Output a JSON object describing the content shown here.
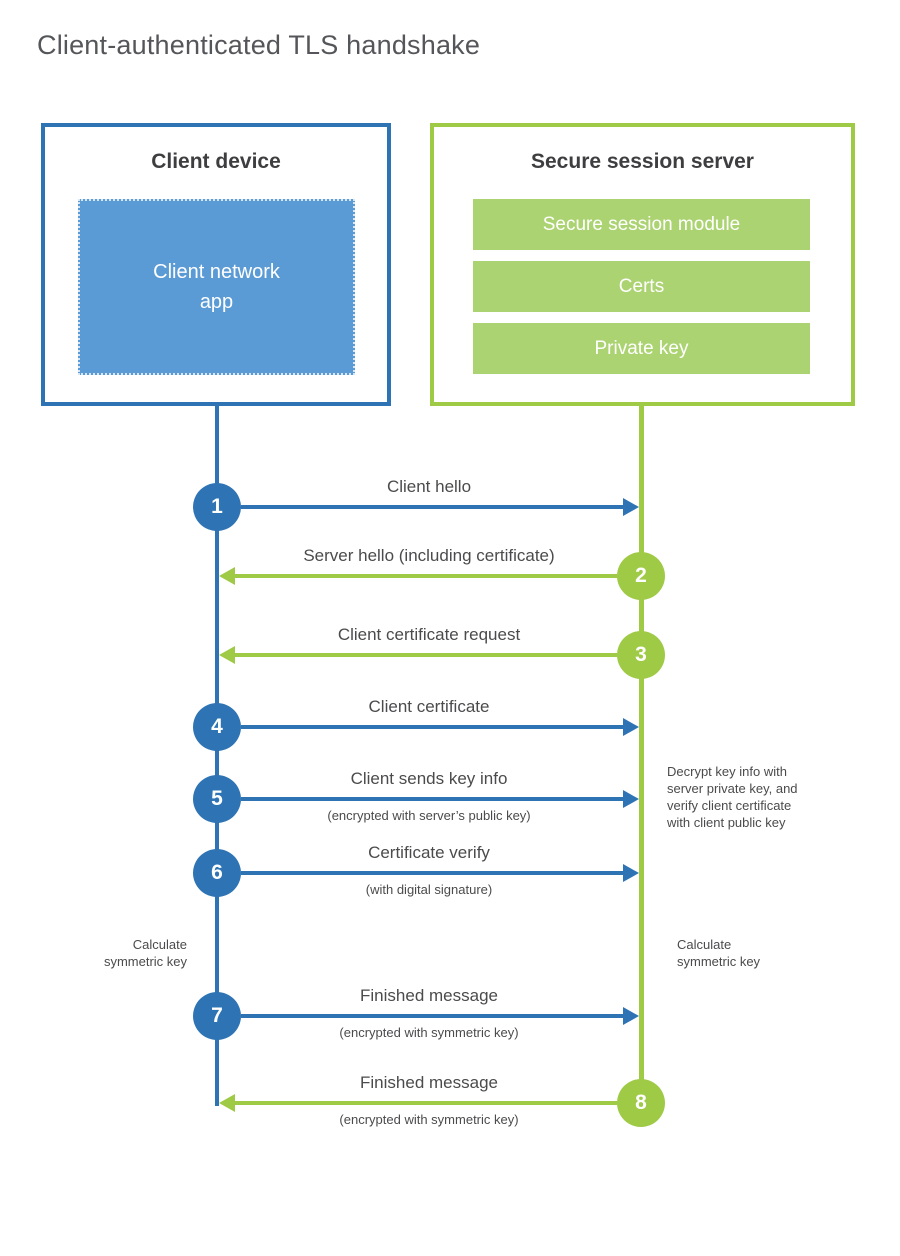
{
  "title": "Client-authenticated TLS handshake",
  "colors": {
    "blue": "#2e74b5",
    "blue_light": "#5b9bd5",
    "green": "#9fca46",
    "green_light": "#abd371"
  },
  "client": {
    "title": "Client device",
    "app": {
      "lines": [
        "Client network",
        "app"
      ]
    }
  },
  "server": {
    "title": "Secure session server",
    "modules": [
      "Secure session module",
      "Certs",
      "Private key"
    ]
  },
  "messages": [
    {
      "step": "1",
      "label": "Client hello",
      "sublabel": "",
      "from": "client",
      "to": "server"
    },
    {
      "step": "2",
      "label": "Server hello (including certificate)",
      "sublabel": "",
      "from": "server",
      "to": "client"
    },
    {
      "step": "3",
      "label": "Client certificate request",
      "sublabel": "",
      "from": "server",
      "to": "client"
    },
    {
      "step": "4",
      "label": "Client certificate",
      "sublabel": "",
      "from": "client",
      "to": "server"
    },
    {
      "step": "5",
      "label": "Client sends key info",
      "sublabel": "(encrypted with server’s public key)",
      "from": "client",
      "to": "server"
    },
    {
      "step": "6",
      "label": "Certificate verify",
      "sublabel": "(with digital signature)",
      "from": "client",
      "to": "server"
    },
    {
      "step": "7",
      "label": "Finished message",
      "sublabel": "(encrypted with symmetric key)",
      "from": "client",
      "to": "server"
    },
    {
      "step": "8",
      "label": "Finished message",
      "sublabel": "(encrypted with symmetric key)",
      "from": "server",
      "to": "client"
    }
  ],
  "notes": {
    "decrypt": {
      "lines": [
        "Decrypt key info with",
        "server private key, and",
        "verify client certificate",
        "with client public key"
      ]
    },
    "calc_client": {
      "lines": [
        "Calculate",
        "symmetric key"
      ]
    },
    "calc_server": {
      "lines": [
        "Calculate",
        "symmetric key"
      ]
    }
  }
}
